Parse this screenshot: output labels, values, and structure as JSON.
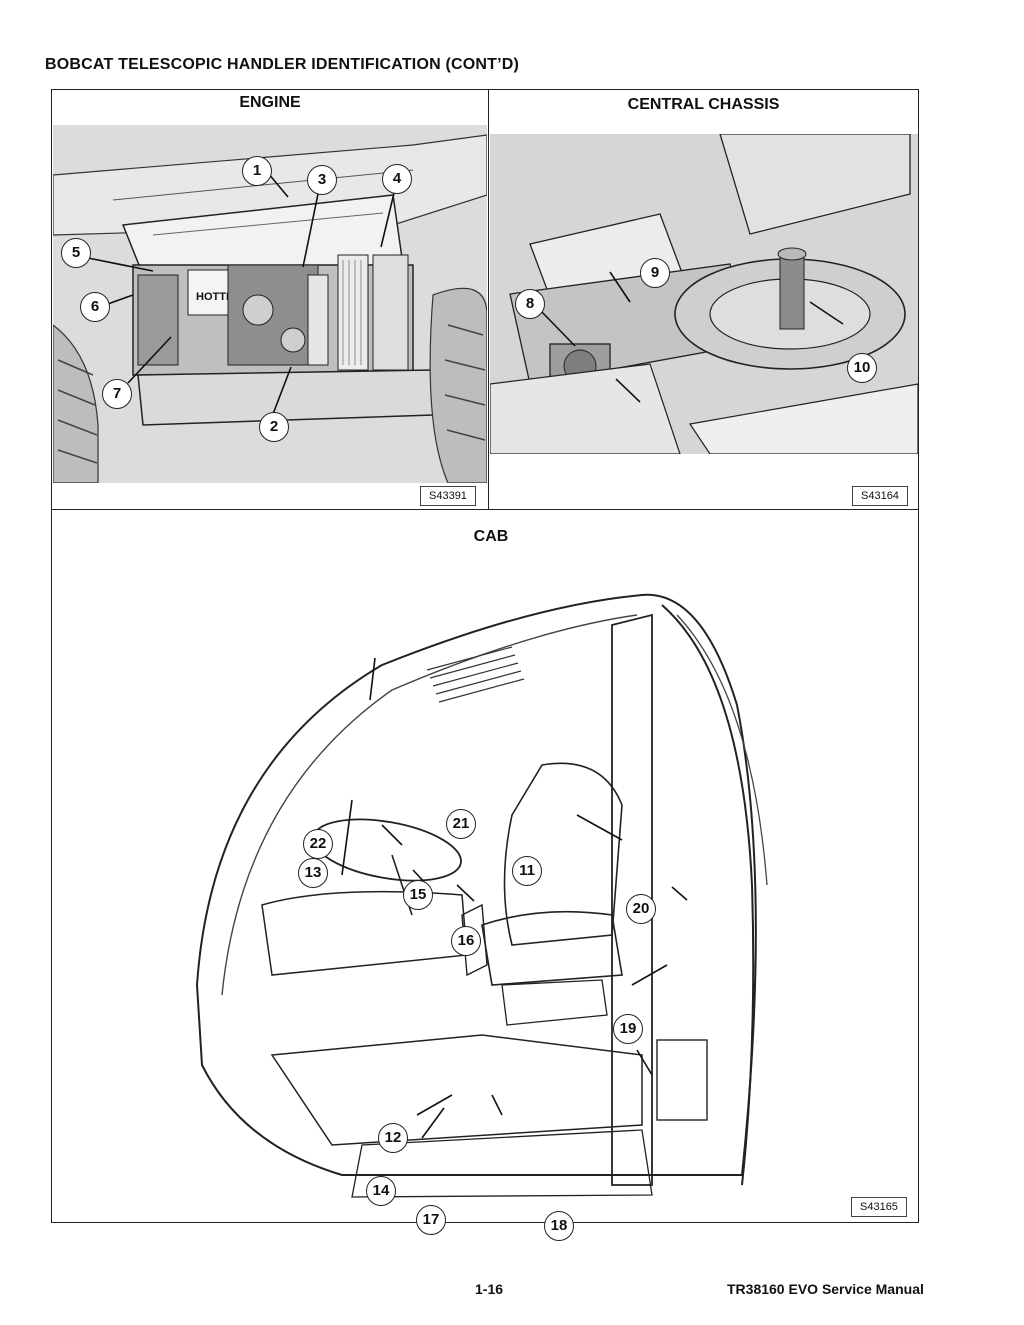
{
  "page_title": "BOBCAT TELESCOPIC HANDLER IDENTIFICATION (CONT’D)",
  "panels": {
    "engine": {
      "title": "ENGINE",
      "figure_code": "S43391",
      "callouts": [
        "1",
        "2",
        "3",
        "4",
        "5",
        "6",
        "7"
      ],
      "decal_text": "HOTTIH"
    },
    "central_chassis": {
      "title": "CENTRAL CHASSIS",
      "figure_code": "S43164",
      "callouts": [
        "8",
        "9",
        "10"
      ]
    },
    "cab": {
      "title": "CAB",
      "figure_code": "S43165",
      "callouts": [
        "11",
        "12",
        "13",
        "14",
        "15",
        "16",
        "17",
        "18",
        "19",
        "20",
        "21",
        "22"
      ]
    }
  },
  "footer": {
    "page_number": "1-16",
    "manual_name": "TR38160 EVO Service Manual"
  },
  "colors": {
    "illustration_bg": "#d9d9d9",
    "line": "#222222"
  }
}
